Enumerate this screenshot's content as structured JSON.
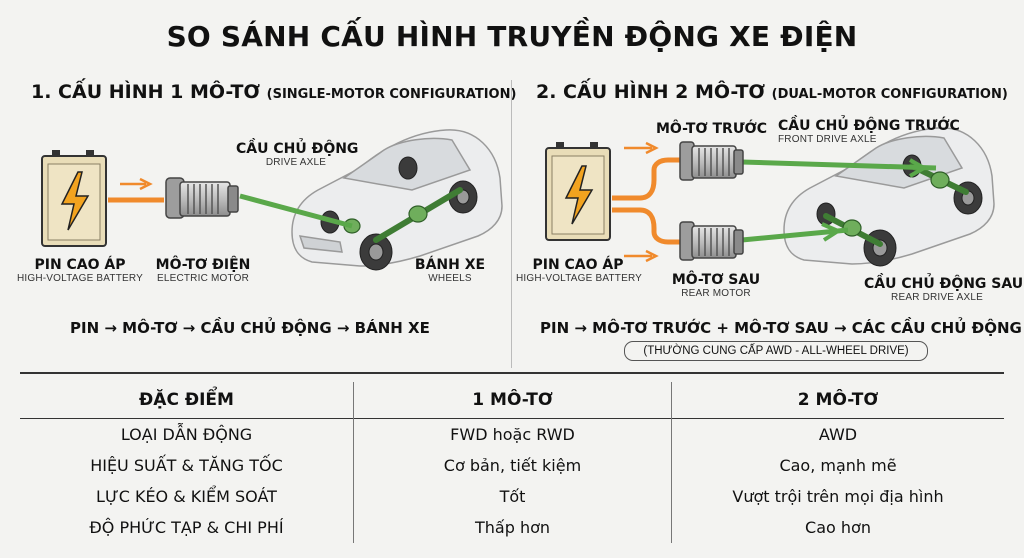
{
  "title": "SO SÁNH CẤU HÌNH TRUYỀN ĐỘNG XE ĐIỆN",
  "left": {
    "heading": "1. CẤU HÌNH 1 MÔ-TƠ",
    "heading_sub": "(SINGLE-MOTOR CONFIGURATION)",
    "battery_label": "PIN CAO ÁP",
    "battery_sub": "HIGH-VOLTAGE BATTERY",
    "motor_label": "MÔ-TƠ ĐIỆN",
    "motor_sub": "ELECTRIC MOTOR",
    "axle_label": "CẦU CHỦ ĐỘNG",
    "axle_sub": "DRIVE AXLE",
    "wheels_label": "BÁNH XE",
    "wheels_sub": "WHEELS",
    "flow": "PIN → MÔ-TƠ → CẦU CHỦ ĐỘNG → BÁNH XE"
  },
  "right": {
    "heading": "2. CẤU HÌNH 2 MÔ-TƠ",
    "heading_sub": "(DUAL-MOTOR CONFIGURATION)",
    "front_motor_label": "MÔ-TƠ TRƯỚC",
    "front_axle_label": "CẦU CHỦ ĐỘNG TRƯỚC",
    "front_axle_sub": "FRONT DRIVE AXLE",
    "battery_label": "PIN CAO ÁP",
    "battery_sub": "HIGH-VOLTAGE BATTERY",
    "rear_motor_label": "MÔ-TƠ SAU",
    "rear_motor_sub": "REAR MOTOR",
    "rear_axle_label": "CẦU CHỦ ĐỘNG SAU",
    "rear_axle_sub": "REAR DRIVE AXLE",
    "flow": "PIN → MÔ-TƠ TRƯỚC + MÔ-TƠ SAU → CÁC CẦU CHỦ ĐỘNG",
    "note": "(THƯỜNG CUNG CẤP AWD - ALL-WHEEL DRIVE)"
  },
  "table": {
    "headers": [
      "ĐẶC ĐIỂM",
      "1 MÔ-TƠ",
      "2 MÔ-TƠ"
    ],
    "rows": [
      [
        "LOẠI DẪN ĐỘNG",
        "FWD hoặc RWD",
        "AWD"
      ],
      [
        "HIỆU SUẤT & TĂNG TỐC",
        "Cơ bản, tiết kiệm",
        "Cao, mạnh mẽ"
      ],
      [
        "LỰC KÉO & KIỂM SOÁT",
        "Tốt",
        "Vượt trội trên mọi địa hình"
      ],
      [
        "ĐỘ PHỨC TẠP & CHI PHÍ",
        "Thấp hơn",
        "Cao hơn"
      ]
    ]
  },
  "colors": {
    "power_line": "#f08a2c",
    "drive_line": "#5aa84a",
    "battery_fill": "#e9ddb8",
    "bolt": "#f2a31f"
  }
}
